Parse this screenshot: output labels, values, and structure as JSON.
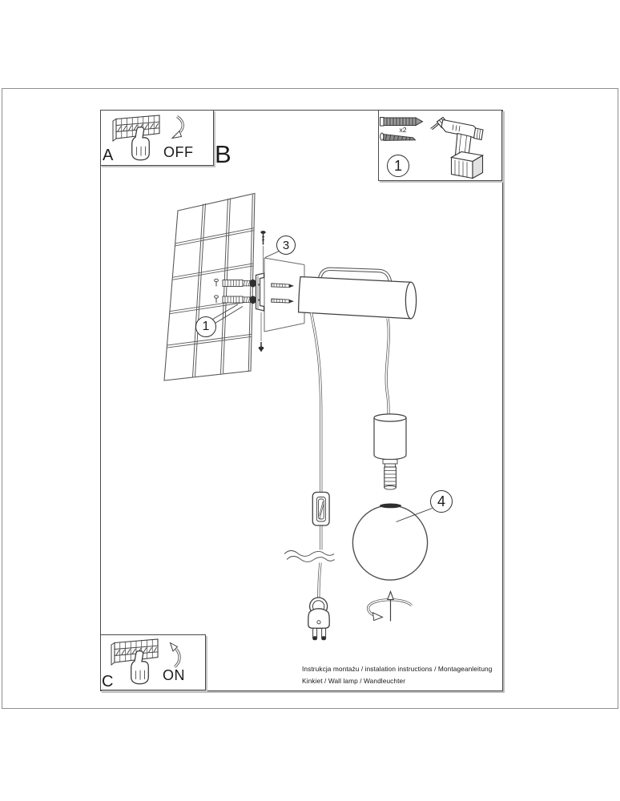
{
  "sections": {
    "a": {
      "label": "A",
      "action": "OFF"
    },
    "b": {
      "label": "B"
    },
    "c": {
      "label": "C",
      "action": "ON"
    }
  },
  "kit_box": {
    "step": "1",
    "anchor_quantity": "x2"
  },
  "callouts": {
    "anchors": "1",
    "bracket": "3",
    "bulb": "4"
  },
  "footer": {
    "line1": "Instrukcja montażu / instalation instructions / Montageanleitung",
    "line2": "Kinkiet / Wall lamp / Wandleuchter"
  },
  "icons": {
    "breaker": "circuit-breaker-panel-icon",
    "hand": "pointing-hand-icon",
    "arrow_off": "curved-arrow-down-icon",
    "arrow_on": "curved-arrow-up-icon",
    "anchor": "wall-plug-anchor-icon",
    "screw": "screw-icon",
    "drill": "drill-icon",
    "wall": "tiled-wall-drawing",
    "bracket": "mounting-bracket-drawing",
    "lamp": "wall-lamp-drawing",
    "cord_switch": "inline-cord-switch-drawing",
    "plug": "euro-plug-drawing",
    "socket": "lamp-socket-drawing",
    "globe": "glass-globe-drawing",
    "rotate": "rotate-to-screw-icon"
  },
  "colors": {
    "line_art": "#3f3f3f",
    "frame": "#4a4a4a",
    "page_border": "#8e8e8e",
    "dark_fill": "#2e2e2e"
  }
}
